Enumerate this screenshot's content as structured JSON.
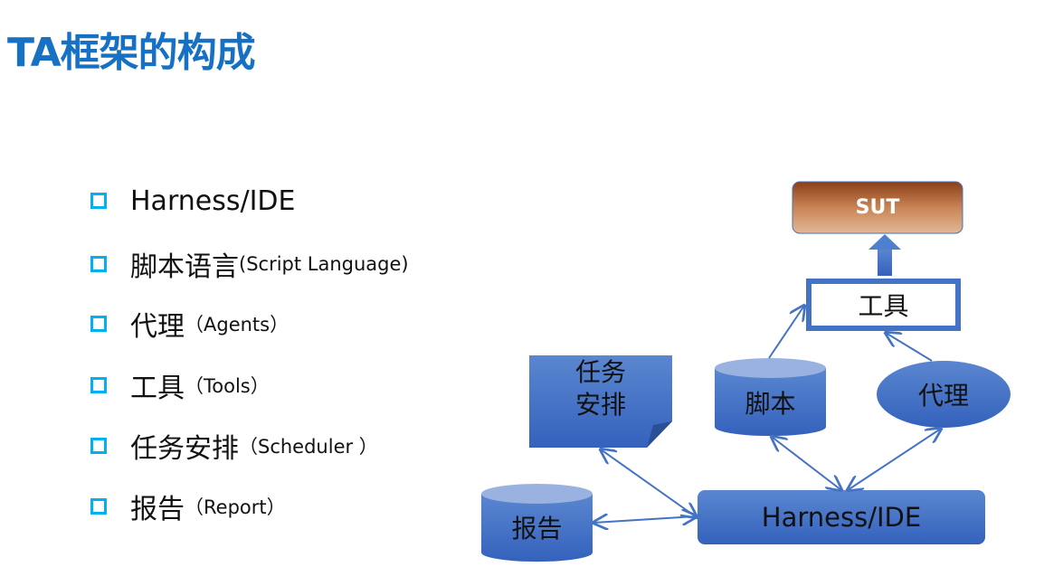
{
  "title": "TA框架的构成",
  "bullets": [
    {
      "main": "Harness/IDE",
      "sub": ""
    },
    {
      "main": "脚本语言",
      "sub": "(Script Language)"
    },
    {
      "main": "代理",
      "sub": "（Agents）"
    },
    {
      "main": "工具",
      "sub": "（Tools）"
    },
    {
      "main": "任务安排",
      "sub": "（Scheduler ）"
    },
    {
      "main": "报告",
      "sub": "（Report）"
    }
  ],
  "diagram": {
    "sut": "SUT",
    "tools": "工具",
    "scheduler_line1": "任务",
    "scheduler_line2": "安排",
    "script": "脚本",
    "agent": "代理",
    "report": "报告",
    "harness": "Harness/IDE"
  },
  "colors": {
    "title": "#1670c4",
    "bullet": "#00b0f0",
    "shape": "#4472c4",
    "sut": "#a0522d"
  }
}
